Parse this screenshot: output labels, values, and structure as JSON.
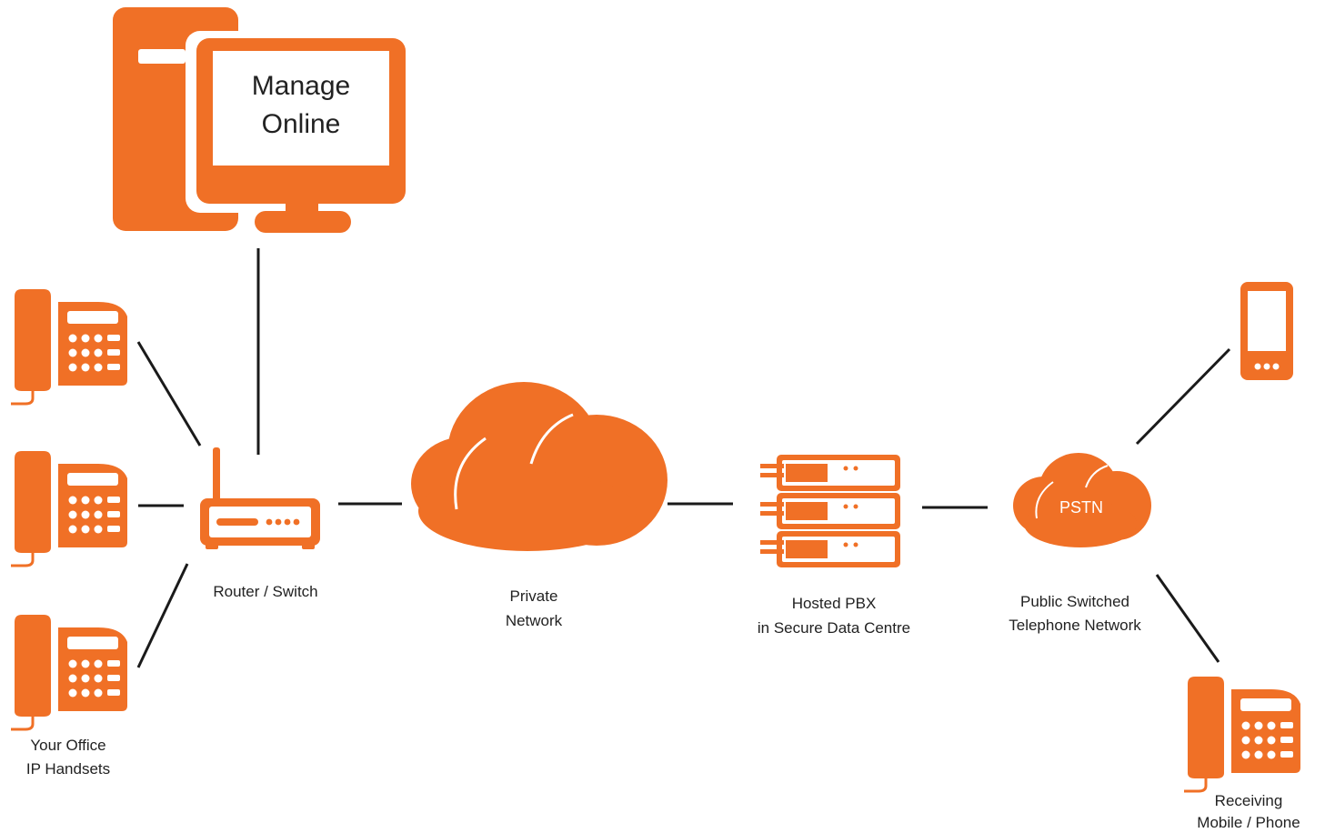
{
  "colors": {
    "accent": "#F07026",
    "line": "#1a1a1a",
    "text": "#222222"
  },
  "computer": {
    "screen_line1": "Manage",
    "screen_line2": "Online",
    "icon": "desktop-computer-icon"
  },
  "office": {
    "label_line1": "Your Office",
    "label_line2": "IP Handsets",
    "icon": "desk-phone-icon"
  },
  "router": {
    "label": "Router / Switch",
    "icon": "router-icon"
  },
  "private_network": {
    "label_line1": "Private",
    "label_line2": "Network",
    "icon": "cloud-icon"
  },
  "pbx": {
    "label_line1": "Hosted PBX",
    "label_line2": "in Secure Data Centre",
    "icon": "server-rack-icon"
  },
  "pstn": {
    "cloud_text": "PSTN",
    "label_line1": "Public Switched",
    "label_line2": "Telephone Network",
    "icon": "cloud-icon"
  },
  "receiving": {
    "label_line1": "Receiving",
    "label_line2": "Mobile / Phone",
    "icons": [
      "mobile-phone-icon",
      "desk-phone-icon"
    ]
  }
}
